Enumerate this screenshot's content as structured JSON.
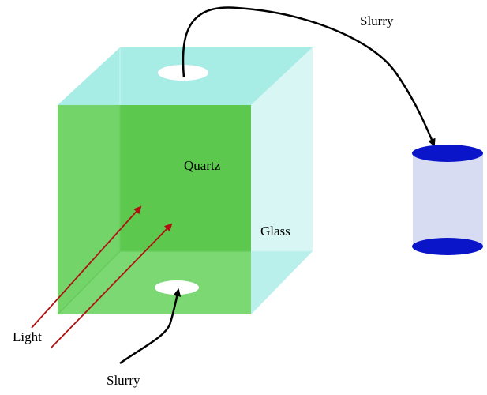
{
  "labels": {
    "slurry_top": "Slurry",
    "quartz": "Quartz",
    "glass": "Glass",
    "light": "Light",
    "slurry_bottom": "Slurry"
  },
  "colors": {
    "glass_light": "#b9f0ec",
    "glass_top": "#a8ece6",
    "glass_side": "#d8f6f4",
    "quartz_front": "#5cc94e",
    "quartz_left": "#73d46a",
    "quartz_bottom": "#7bd872",
    "cylinder_body": "#d8dcf2",
    "cylinder_cap": "#0a14c8",
    "light_arrow": "#b01010",
    "tube": "#000000",
    "hole": "#ffffff"
  }
}
